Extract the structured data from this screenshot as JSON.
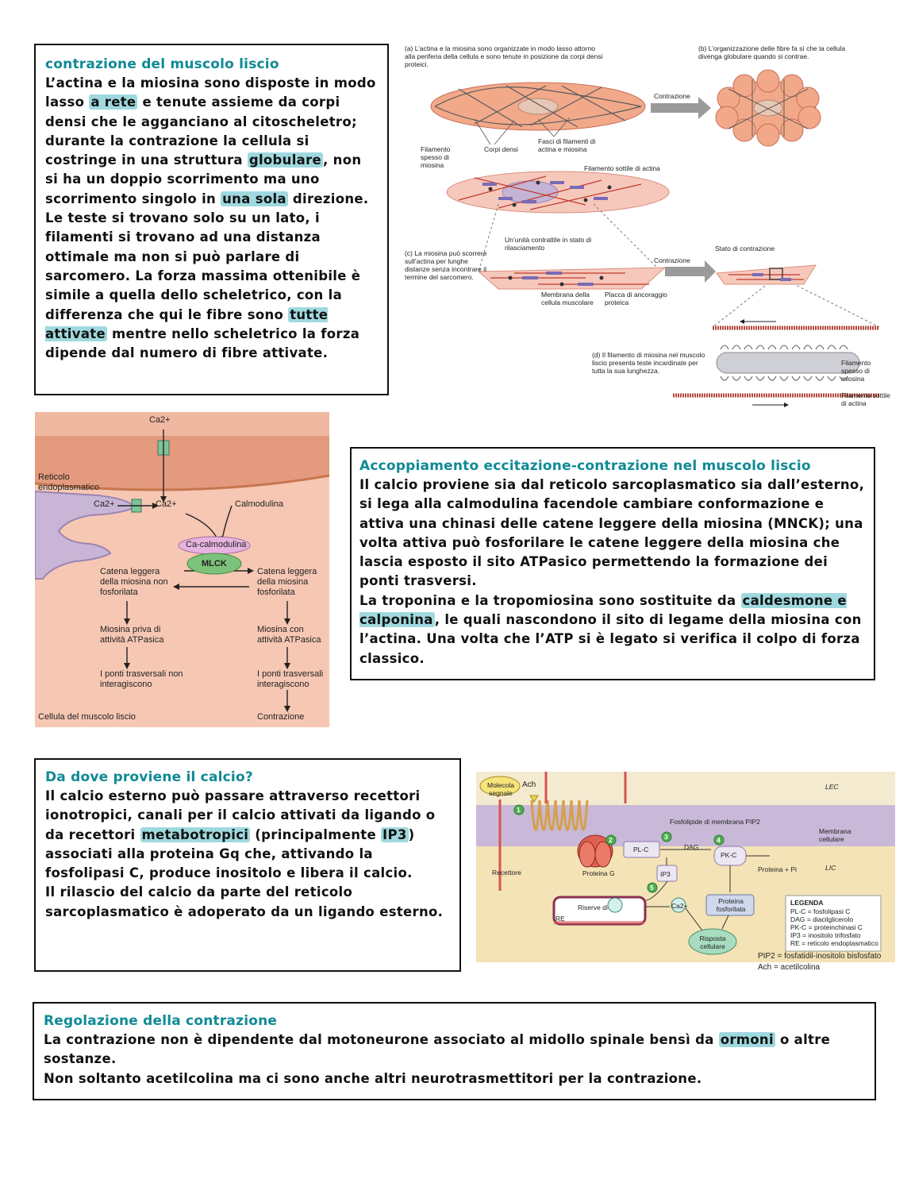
{
  "box1": {
    "title": "contrazione del muscolo liscio",
    "text_a": "L’actina e la miosina sono disposte in modo lasso ",
    "hl_a": "a rete",
    "text_b": " e tenute assieme da corpi densi che le agganciano al citoscheletro; durante la contrazione la cellula si costringe in una struttura ",
    "hl_b": "globulare",
    "text_c": ", non si ha un doppio scorrimento ma uno scorrimento singolo in ",
    "hl_c": "una sola",
    "text_d": " direzione. Le teste si trovano solo su un lato, i filamenti si trovano ad una distanza ottimale ma non si può parlare di sarcomero. La forza massima ottenibile è simile a quella dello scheletrico, con la differenza che qui le fibre sono ",
    "hl_d": "tutte attivate",
    "text_e": " mentre nello scheletrico la forza dipende dal numero di fibre attivate."
  },
  "box2": {
    "title": "Accoppiamento eccitazione-contrazione nel muscolo liscio",
    "text_a": "Il calcio proviene sia dal reticolo sarcoplasmatico sia dall’esterno, si lega alla calmodulina facendole cambiare conformazione e attiva una chinasi delle catene leggere della miosina (MNCK); una volta attiva può fosforilare le catene leggere della miosina che lascia esposto il sito ATPasico permettendo la formazione dei ponti trasversi.",
    "text_b": "La troponina e la tropomiosina sono sostituite da ",
    "hl_b": "caldesmone e calponina",
    "text_c": ", le quali nascondono il sito di legame della miosina con l’actina. Una volta che l’ATP si è legato si verifica il colpo di forza classico."
  },
  "box3": {
    "title": "Da dove proviene il calcio?",
    "text_a": "Il calcio esterno può passare attraverso recettori ionotropici, canali per il calcio attivati da ligando o da recettori ",
    "hl_a": "metabotropici",
    "text_b": " (principalmente ",
    "hl_b": "IP3",
    "text_c": ") associati alla proteina Gq che, attivando la fosfolipasi C, produce inositolo e libera il calcio.",
    "text_d": "Il rilascio del calcio da parte del reticolo sarcoplasmatico è adoperato da un ligando esterno."
  },
  "box4": {
    "title": "Regolazione della contrazione",
    "text_a": "La contrazione non è dipendente dal motoneurone associato al midollo spinale bensì da ",
    "hl_a": "ormoni",
    "text_b": " o altre sostanze.",
    "text_c": "Non soltanto acetilcolina ma ci sono anche altri neurotrasmettitori per la contrazione."
  },
  "fig1": {
    "a": "(a) L’actina e la miosina sono organizzate in modo lasso attorno alla periferia della cellula e sono tenute in posizione da corpi densi proteici.",
    "b": "(b) L’organizzazione delle fibre fa sì che la cellula divenga globulare quando si contrae.",
    "contrazione": "Contrazione",
    "corpi_densi": "Corpi densi",
    "fasci": "Fasci di filamenti di actina e miosina",
    "filamento_spesso": "Filamento spesso di miosina",
    "filamento_sottile": "Filamento sottile di actina",
    "unita": "Un’unità contrattile in stato di rilasciamento",
    "stato_contrazione": "Stato di contrazione",
    "c": "(c) La miosina può scorrere sull’actina per lunghe distanze senza incontrare il termine del sarcomero.",
    "membrana": "Membrana della cellula muscolare",
    "placca": "Placca di ancoraggio proteica",
    "d": "(d) Il filamento di miosina nel muscolo liscio presenta teste incardinate per tutta la sua lunghezza.",
    "spesso2": "Filamento spesso di miosina",
    "sottile2": "Filamento sottile di actina"
  },
  "fig2": {
    "ca_top": "Ca2+",
    "reticolo": "Reticolo endoplasmatico",
    "ca_left": "Ca2+",
    "ca_mid": "Ca2+",
    "calmodulina": "Calmodulina",
    "ca_calmodulina": "Ca-calmodulina",
    "mlck": "MLCK",
    "catena_non": "Catena leggera della miosina non fosforilata",
    "catena_fos": "Catena leggera della miosina fosforilata",
    "miosina_priva": "Miosina priva di attività ATPasica",
    "miosina_con": "Miosina con attività ATPasica",
    "ponti_non": "I ponti trasversali non interagiscono",
    "ponti_si": "I ponti trasversali interagiscono",
    "cellula": "Cellula del muscolo liscio",
    "contrazione": "Contrazione"
  },
  "fig3": {
    "molecola": "Molecola segnale",
    "ach": "Ach",
    "lec": "LEC",
    "fosfolipide": "Fosfolipide di membrana PIP2",
    "membrana": "Membrana cellulare",
    "plc": "PL-C",
    "dag": "DAG",
    "pkc": "PK-C",
    "proteina_pi": "Proteina + Pi",
    "lic": "LIC",
    "recettore": "Recettore",
    "proteina_g": "Proteina G",
    "ip3": "IP3",
    "riserve": "Riserve di",
    "ca": "Ca2+",
    "re": "RE",
    "proteina_fos": "Proteina fosforilata",
    "risposta": "Risposta cellulare",
    "legenda": "LEGENDA",
    "leg1": "PL-C = fosfolipasi C",
    "leg2": "DAG = diacilglicerolo",
    "leg3": "PK-C = proteinchinasi C",
    "leg4": "IP3 = inositolo trifosfato",
    "leg5": "RE = reticolo endoplasmatico",
    "pip2": "PIP2 = fosfatidil-inositolo bisfosfato",
    "ach_def": "Ach = acetilcolina",
    "n1": "1",
    "n2": "2",
    "n3": "3",
    "n4": "4",
    "n5": "5"
  },
  "colors": {
    "title": "#0f8a96",
    "highlight": "#9fd9df",
    "pink": "#f3c4b8",
    "lec": "#f4ead0",
    "membrane": "#c9b8d8"
  }
}
